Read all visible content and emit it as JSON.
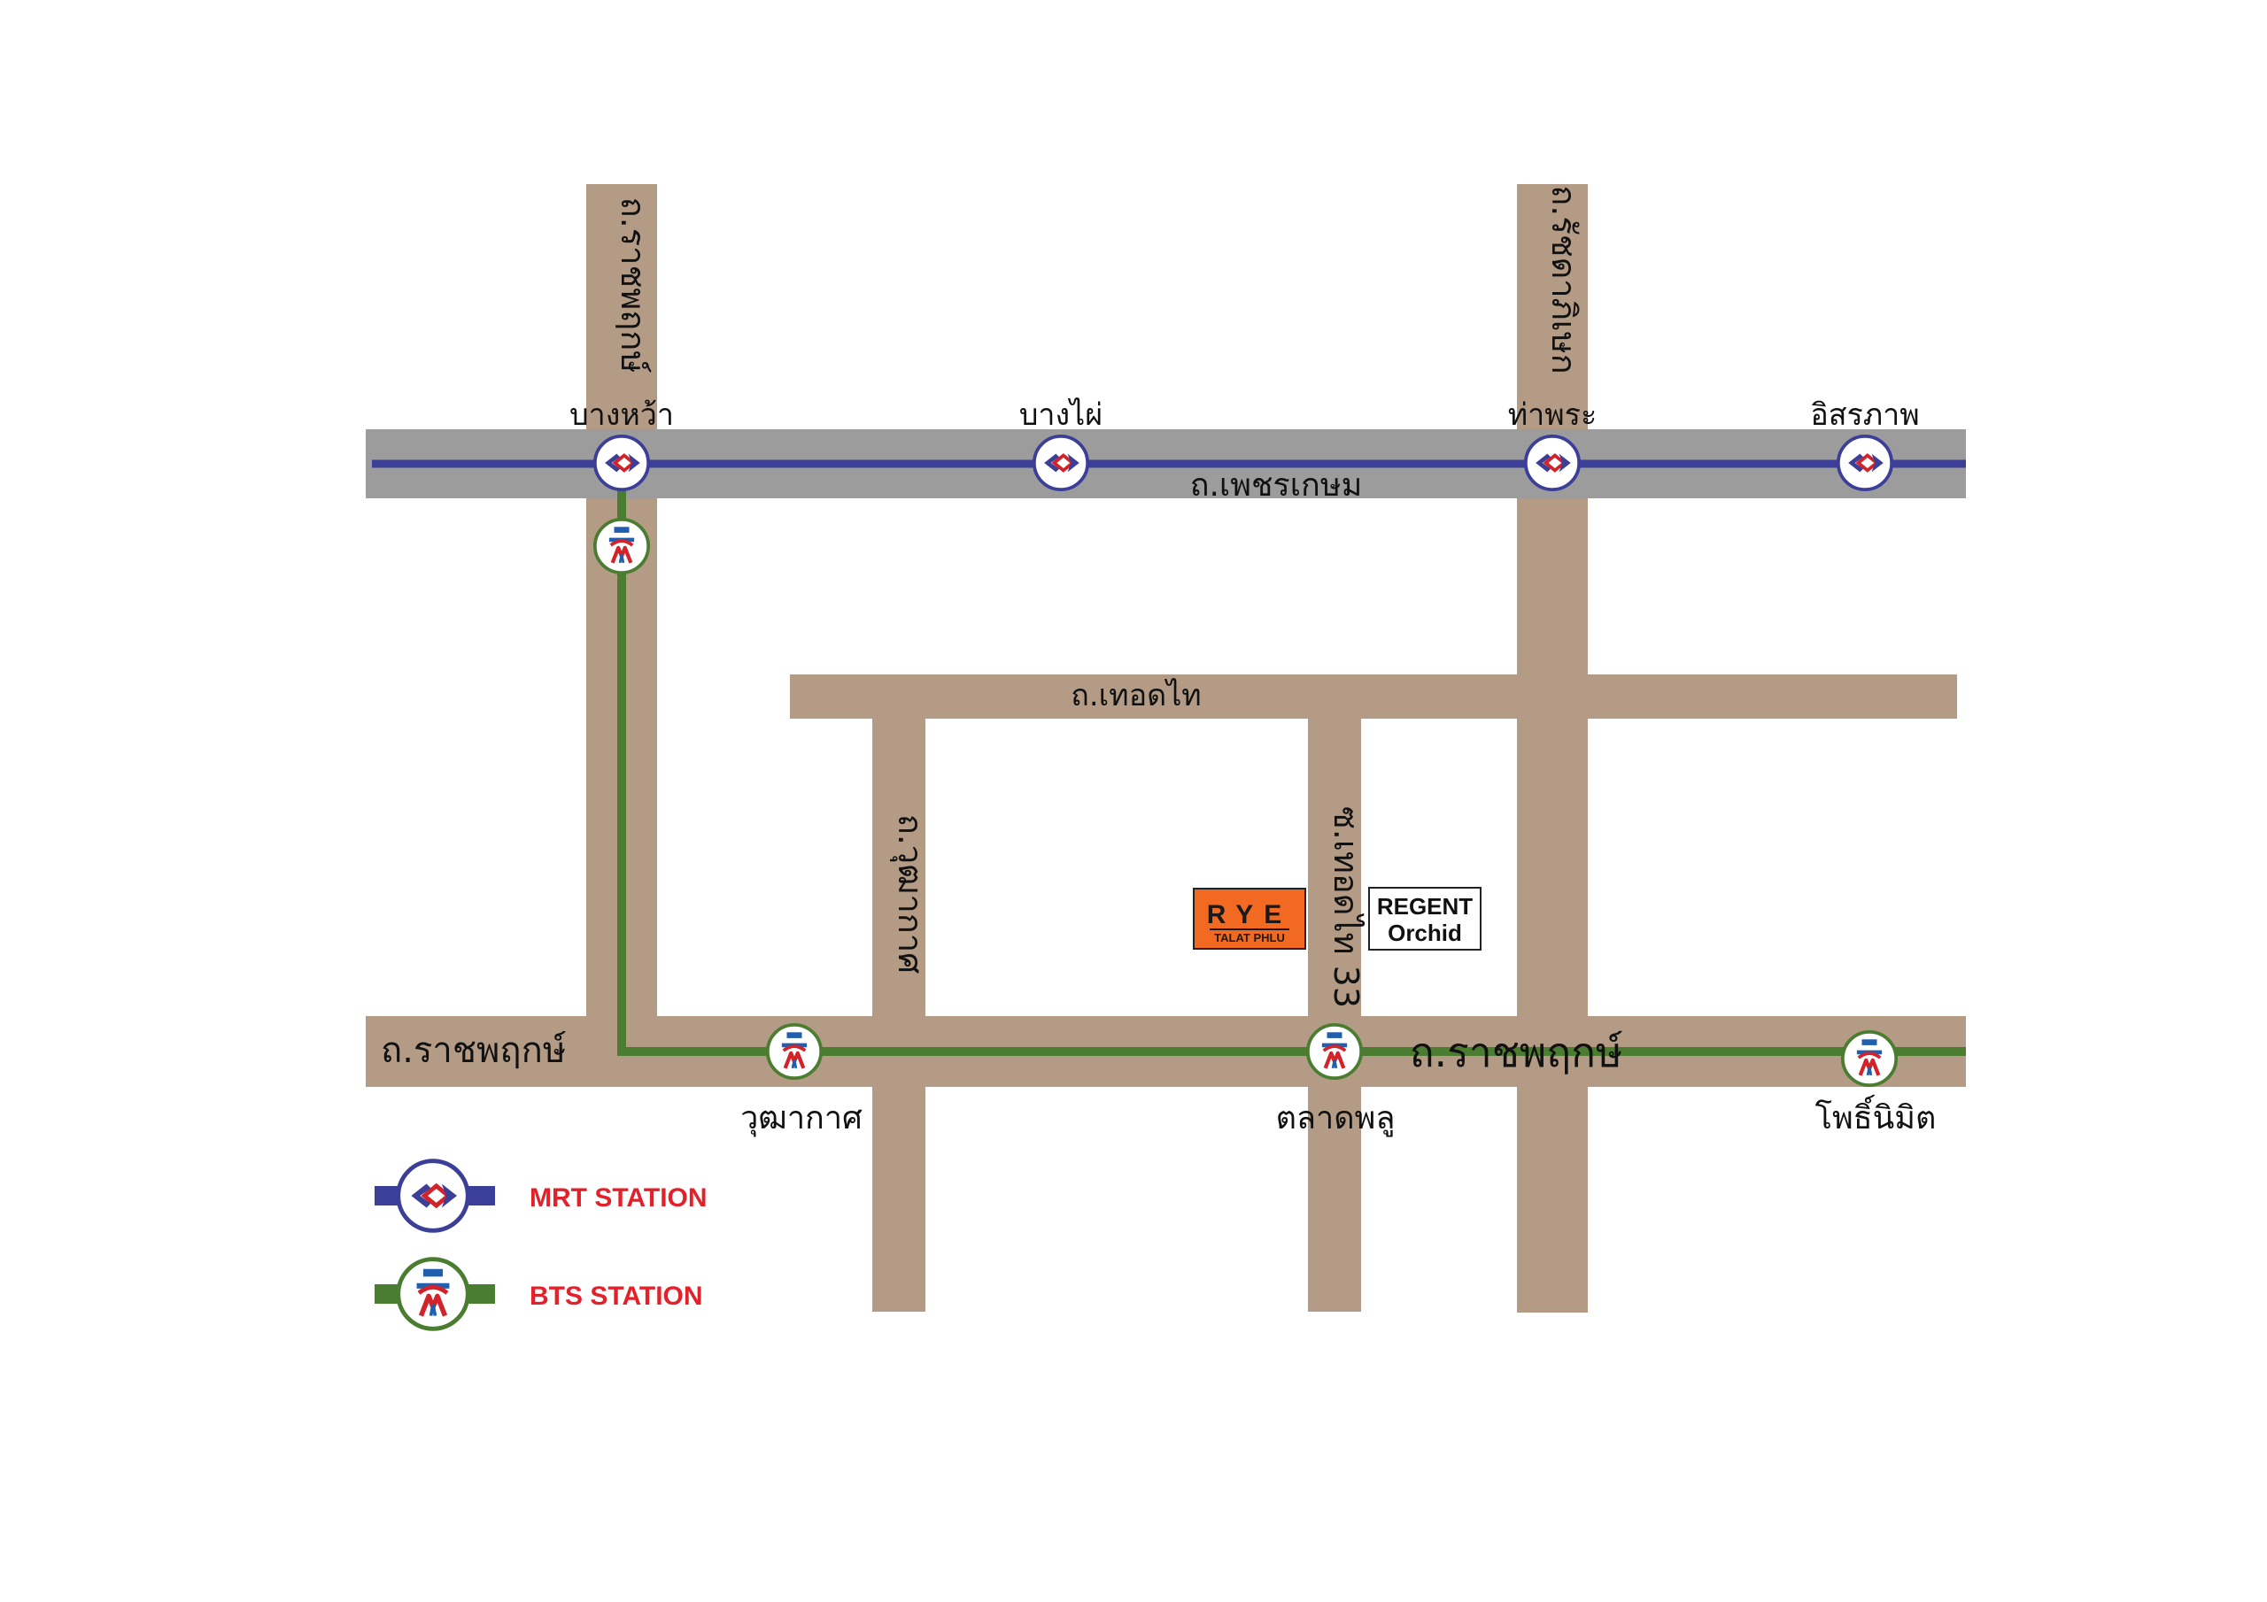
{
  "colors": {
    "road": "#b39b86",
    "main_road": "#9d9c9c",
    "mrt_line": "#3b3f97",
    "bts_line": "#4a7d2f",
    "legend_text": "#e2212a",
    "rye_box": "#f26a21"
  },
  "roads": {
    "ratchaphruek_north": "ถ.ราชพฤกษ์",
    "ratchadaphisek": "ถ.รัชดาภิเษก",
    "phetkasem": "ถ.เพชรเกษม",
    "thoet_thai": "ถ.เทอดไท",
    "wutthakat": "ถ.วุฒากาศ",
    "soi_thoet_thai_33": "ซ.เทอดไท 33",
    "ratchaphruek_west": "ถ.ราชพฤกษ์",
    "ratchaphruek_east": "ถ.ราชพฤกษ์"
  },
  "mrt_stations": [
    {
      "name": "บางหว้า"
    },
    {
      "name": "บางไผ่"
    },
    {
      "name": "ท่าพระ"
    },
    {
      "name": "อิสรภาพ"
    }
  ],
  "bts_stations": [
    {
      "name": "วุฒากาศ"
    },
    {
      "name": "ตลาดพลู"
    },
    {
      "name": "โพธิ์นิมิต"
    }
  ],
  "icons": {
    "mrt": "mrt-station-icon",
    "bts": "bts-station-icon"
  },
  "places": {
    "rye": {
      "logo_text": "RYE",
      "subtitle": "TALAT PHLU"
    },
    "regent": {
      "line1": "REGENT",
      "line2": "Orchid"
    }
  },
  "legend": {
    "mrt": "MRT STATION",
    "bts": "BTS STATION"
  }
}
